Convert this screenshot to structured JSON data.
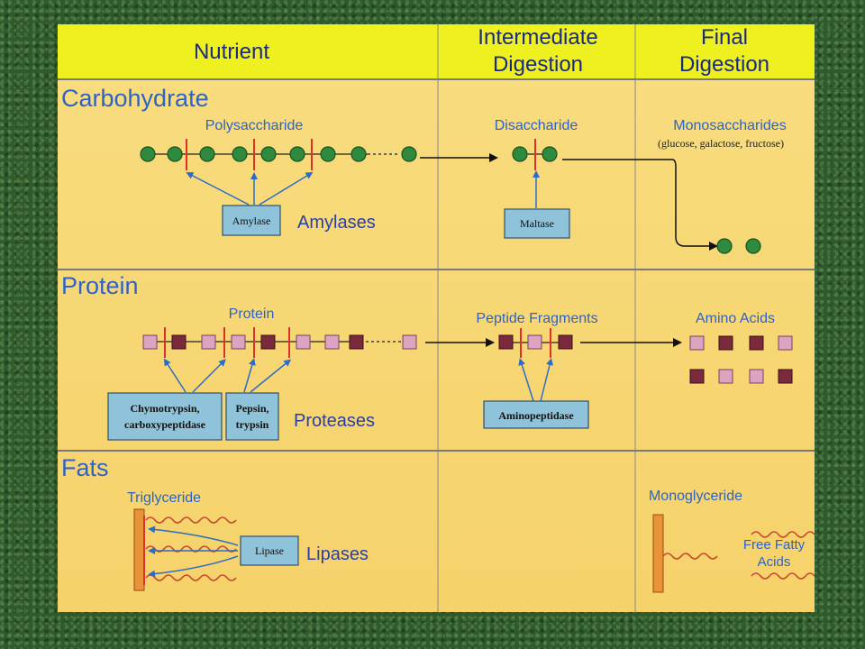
{
  "headers": {
    "nutrient": "Nutrient",
    "intermediate_1": "Intermediate",
    "intermediate_2": "Digestion",
    "final_1": "Final",
    "final_2": "Digestion"
  },
  "carbohydrate": {
    "title": "Carbohydrate",
    "nutrient_label": "Polysaccharide",
    "enzyme_box": "Amylase",
    "enzyme_group": "Amylases",
    "intermediate_label": "Disaccharide",
    "intermediate_enzyme": "Maltase",
    "final_label": "Monosaccharides",
    "final_sublabel": "(glucose, galactose, fructose)"
  },
  "protein": {
    "title": "Protein",
    "nutrient_label": "Protein",
    "enzyme_box_1_line1": "Chymotrypsin,",
    "enzyme_box_1_line2": "carboxypeptidase",
    "enzyme_box_2_line1": "Pepsin,",
    "enzyme_box_2_line2": "trypsin",
    "enzyme_group": "Proteases",
    "intermediate_label": "Peptide Fragments",
    "intermediate_enzyme": "Aminopeptidase",
    "final_label": "Amino Acids"
  },
  "fats": {
    "title": "Fats",
    "nutrient_label": "Triglyceride",
    "enzyme_box": "Lipase",
    "enzyme_group": "Lipases",
    "final_label": "Monoglyceride",
    "final_label_2a": "Free Fatty",
    "final_label_2b": "Acids"
  },
  "colors": {
    "header_bg": "#eef01f",
    "body_bg": "#f7d774",
    "section_title": "#2e63c5",
    "enzyme_box": "#8fc3d9",
    "glucose_dot": "#2e8b3e",
    "amino_dark": "#7a2a3a",
    "amino_light": "#dca4bf",
    "bond_cut": "#e0302a",
    "fatty_acid": "#c8452a"
  }
}
